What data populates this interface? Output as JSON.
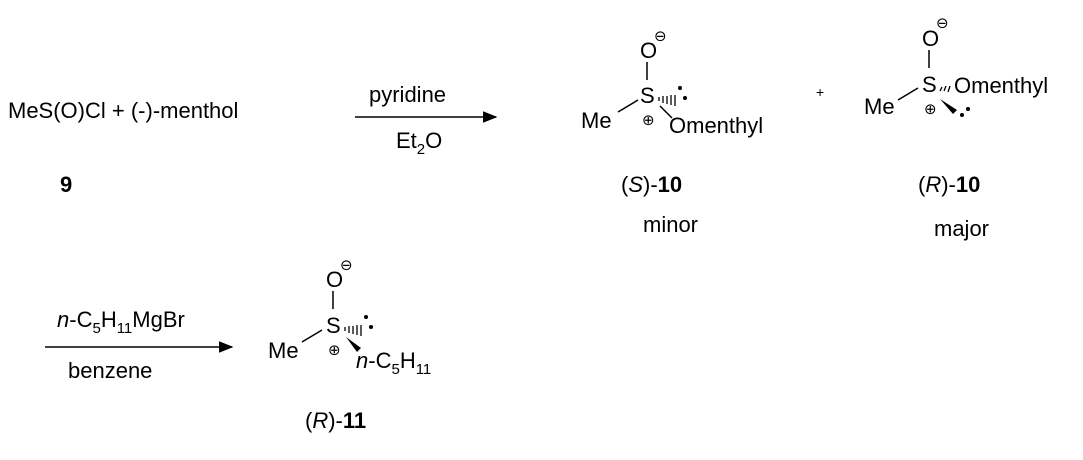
{
  "reaction1": {
    "reactants": "MeS(O)Cl + (-)-menthol",
    "reactant_number": "9",
    "reagent_top": "pyridine",
    "reagent_bottom_main": "Et",
    "reagent_bottom_sub": "2",
    "reagent_bottom_tail": "O"
  },
  "product_s": {
    "oxygen": "O",
    "sulfur": "S",
    "methyl": "Me",
    "substituent": "Omenthyl",
    "label_open": "(",
    "label_stereo": "S",
    "label_close": ")-",
    "label_number": "10",
    "note": "minor"
  },
  "plus": "+",
  "product_r": {
    "oxygen": "O",
    "sulfur": "S",
    "methyl": "Me",
    "substituent": "Omenthyl",
    "label_open": "(",
    "label_stereo": "R",
    "label_close": ")-",
    "label_number": "10",
    "note": "major"
  },
  "reaction2": {
    "reagent_italic": "n",
    "reagent_a": "-C",
    "reagent_sub1": "5",
    "reagent_b": "H",
    "reagent_sub2": "11",
    "reagent_c": "MgBr",
    "solvent": "benzene"
  },
  "product_11": {
    "oxygen": "O",
    "sulfur": "S",
    "methyl": "Me",
    "sub_italic": "n",
    "sub_a": "-C",
    "sub_sub1": "5",
    "sub_b": "H",
    "sub_sub2": "11",
    "label_open": "(",
    "label_stereo": "R",
    "label_close": ")-",
    "label_number": "11"
  },
  "charges": {
    "minus": "⊖",
    "plus": "⊕"
  }
}
